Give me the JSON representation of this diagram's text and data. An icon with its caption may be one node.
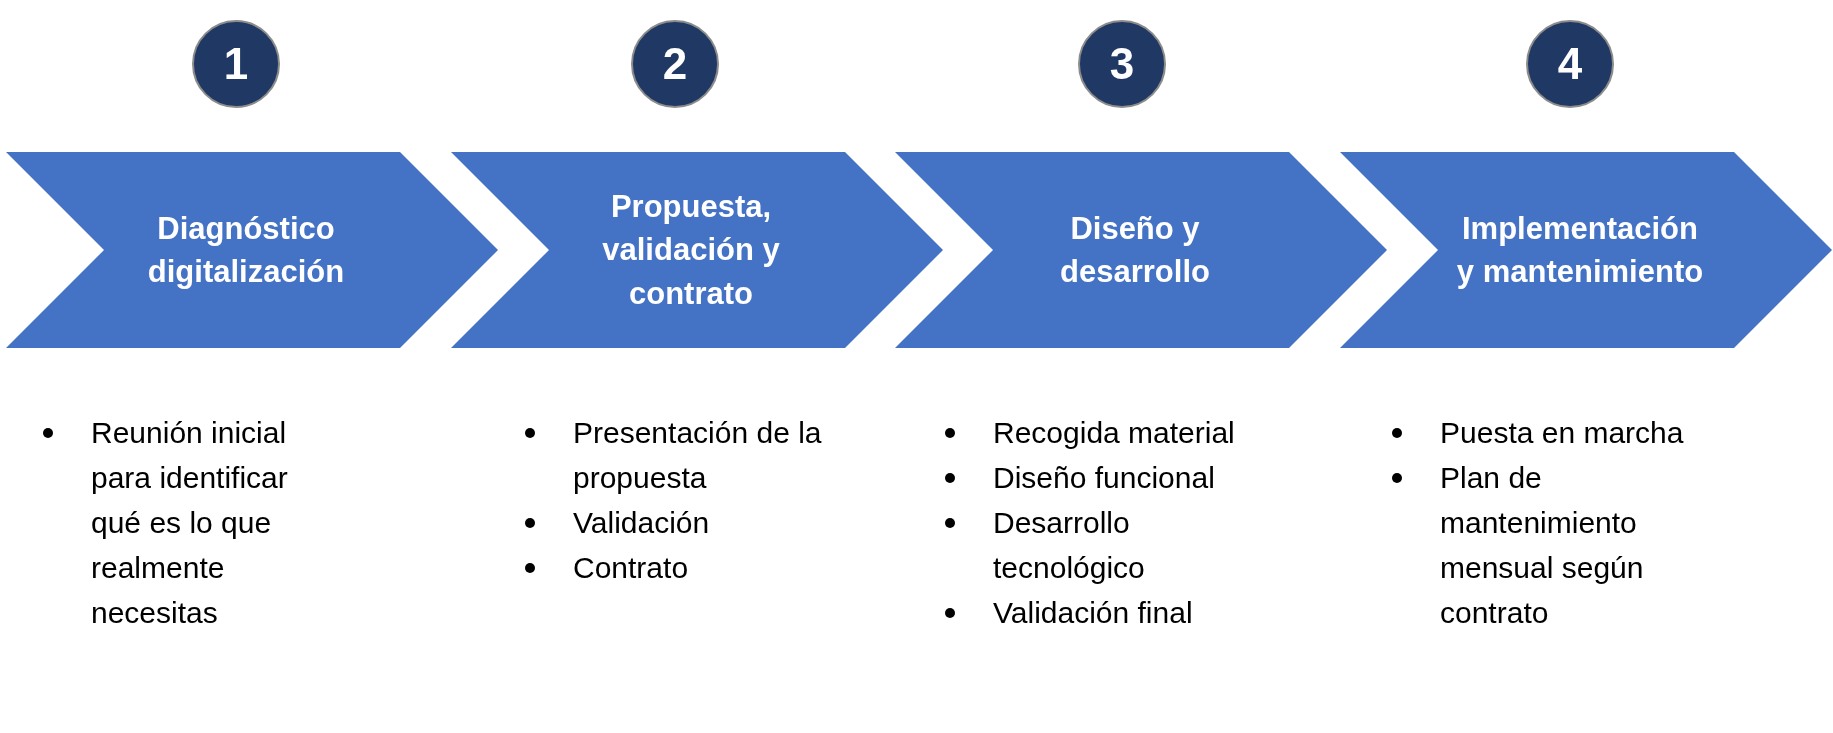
{
  "diagram": {
    "nodes": [
      {
        "text": [
          "1"
        ]
      },
      {
        "text": [
          "2"
        ]
      },
      {
        "text": [
          "3"
        ]
      },
      {
        "text": [
          "4"
        ]
      },
      {
        "text": [
          "Diagnóstico digitalización"
        ],
        "beside": [
          "Reunión inicial para identificar qué es lo que realmente necesitas"
        ]
      },
      {
        "text": [
          "Propuesta, validación y contrato"
        ],
        "beside": [
          "Presentación de la propuesta",
          "Validación",
          "Contrato"
        ]
      },
      {
        "text": [
          "Diseño y desarrollo"
        ],
        "beside": [
          "Recogida material",
          "Diseño funcional",
          "Desarrollo tecnológico",
          "Validación final"
        ]
      },
      {
        "text": [
          "Implementación y mantenimiento"
        ],
        "beside": [
          "Puesta en marcha",
          "Plan de mantenimiento mensual según contrato"
        ]
      }
    ]
  }
}
